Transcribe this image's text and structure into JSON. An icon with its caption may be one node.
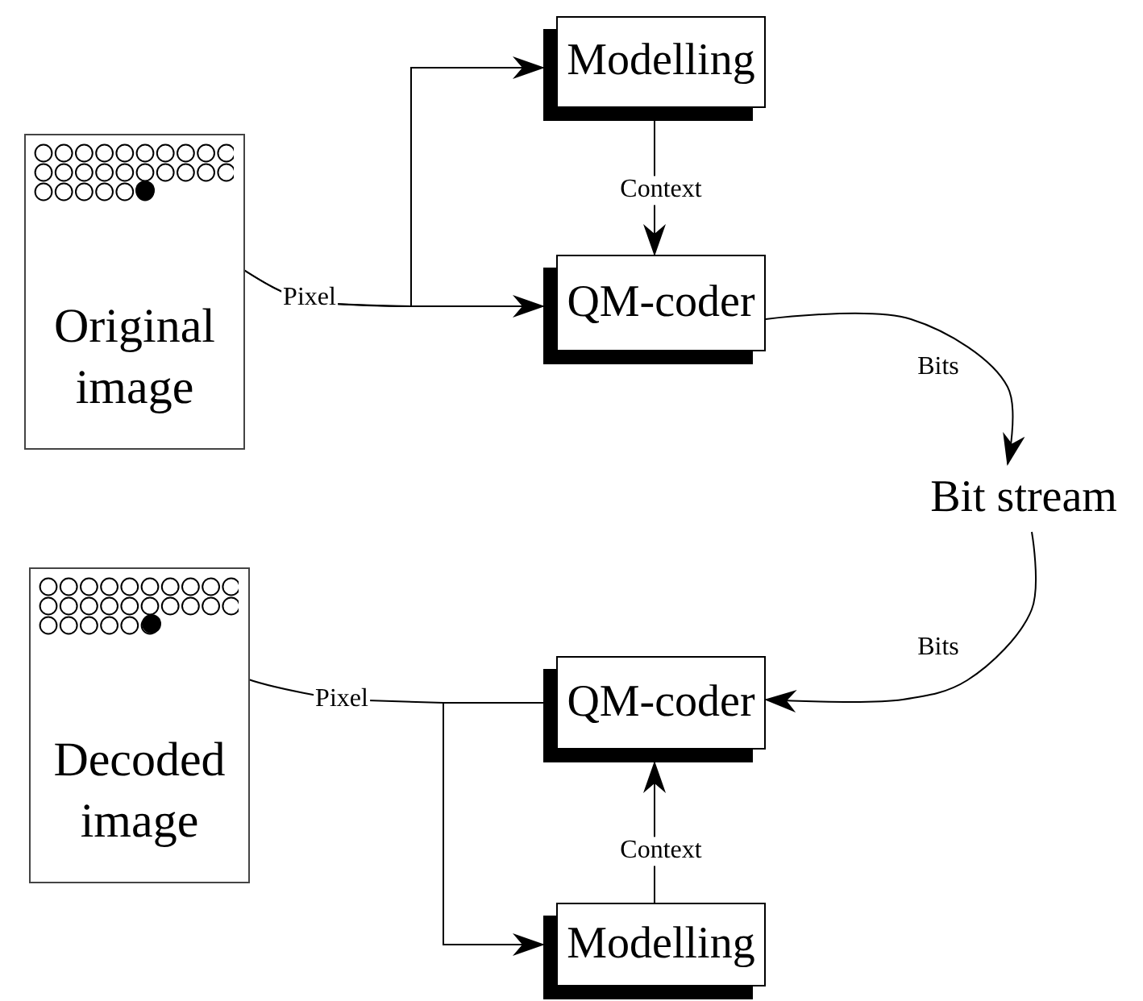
{
  "diagram": {
    "nodes": [
      {
        "text": [
          "Original image"
        ]
      },
      {
        "text": [],
        "shape": "circle",
        "in": 0
      },
      {
        "text": [
          "Modelling"
        ]
      },
      {
        "text": [
          "QM-coder"
        ]
      },
      {
        "text": [
          "Bit stream"
        ]
      },
      {
        "text": [
          "QM-coder"
        ]
      },
      {
        "text": [
          "Decoded image"
        ]
      },
      {
        "text": [],
        "shape": "circle",
        "in": 6
      },
      {
        "text": [
          "Modelling"
        ]
      }
    ],
    "edges": [
      {
        "from": 1,
        "to": 3,
        "arrow": "to",
        "label": "Pixel"
      },
      {
        "from": 1,
        "to": 2,
        "arrow": "to"
      },
      {
        "from": 2,
        "to": 3,
        "arrow": "to",
        "label": "Context"
      },
      {
        "from": 3,
        "to": 4,
        "arrow": "to",
        "label": "Bits"
      },
      {
        "from": 4,
        "to": 5,
        "arrow": "to",
        "label": "Bits"
      },
      {
        "from": 5,
        "to": 7,
        "arrow": "to",
        "label": "Pixel"
      },
      {
        "from": 5,
        "to": 8,
        "arrow": "to"
      },
      {
        "from": 8,
        "to": 5,
        "arrow": "to",
        "label": "Context"
      }
    ]
  }
}
